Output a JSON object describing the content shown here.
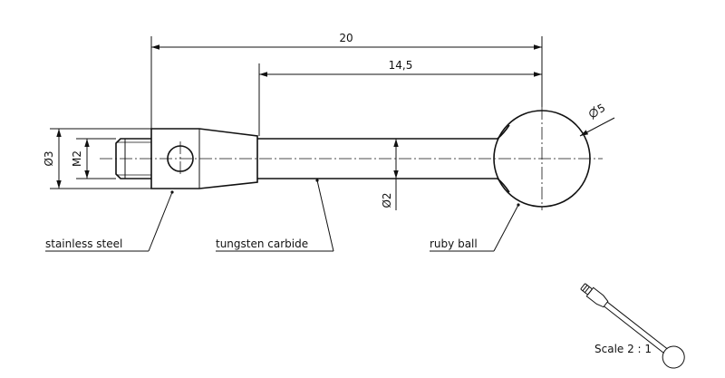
{
  "dimensions": {
    "overall_length": "20",
    "stem_length": "14,5",
    "ball_diameter": "5",
    "stem_diameter": "Ø2",
    "body_diameter": "Ø3",
    "thread": "M2"
  },
  "labels": {
    "stainless_steel": "stainless steel",
    "tungsten_carbide": "tungsten carbide",
    "ruby_ball": "ruby ball"
  },
  "scale_text": "Scale 2 : 1",
  "colors": {
    "line": "#111111",
    "background": "#ffffff"
  }
}
